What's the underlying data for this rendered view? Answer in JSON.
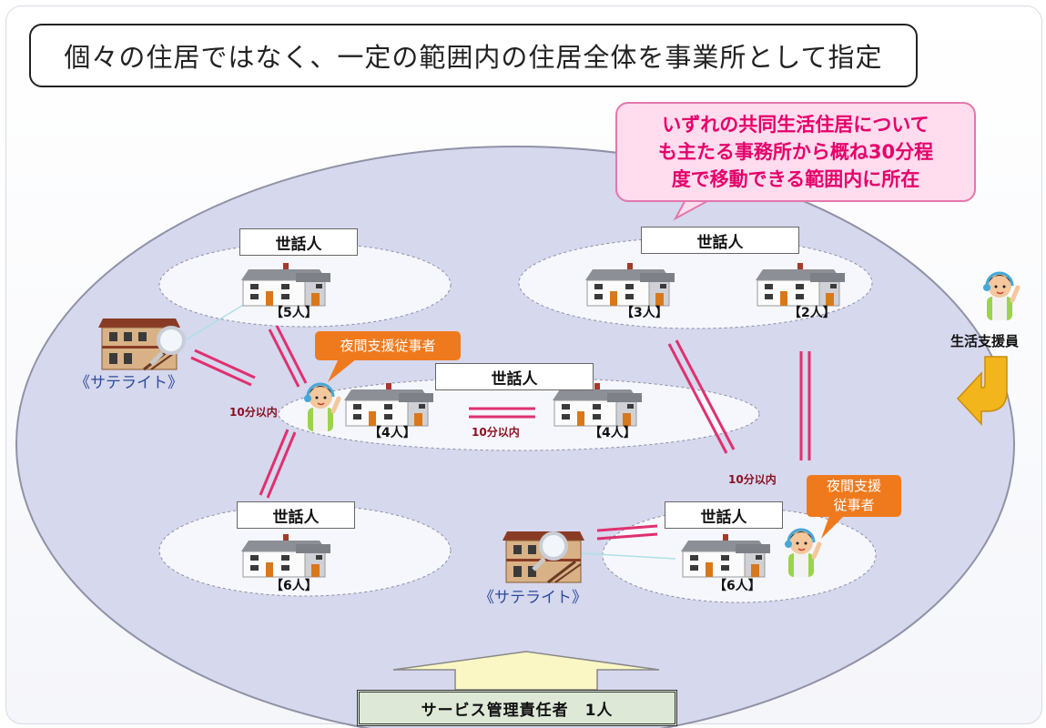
{
  "title": "個々の住居ではなく、一定の範囲内の住居全体を事業所として指定",
  "callout": "いずれの共同生活住居について\nも主たる事務所から概ね30分程\n度で移動できる範囲内に所在",
  "caretaker_label": "世話人",
  "groups": [
    {
      "capacities": [
        "【5人】"
      ]
    },
    {
      "capacities": [
        "【3人】",
        "【2人】"
      ]
    },
    {
      "capacities": [
        "【4人】",
        "【4人】"
      ]
    },
    {
      "capacities": [
        "【6人】"
      ]
    },
    {
      "capacities": [
        "【6人】"
      ]
    }
  ],
  "satellite_label": "《サテライト》",
  "night_support_left": "夜間支援従事者",
  "night_support_right": "夜間支援\n従事者",
  "distance_labels": [
    "10分以内",
    "10分以内",
    "10分以内"
  ],
  "life_support_label": "生活支援員",
  "manager_label": "サービス管理責任者　1人",
  "colors": {
    "area_fill": "#d6d8ee",
    "area_stroke": "#8f92a6",
    "group_fill": "#f6f7fc",
    "link_color": "#e0306f",
    "callout_fill": "#ffdcee",
    "callout_text": "#e5006a",
    "bubble_orange": "#ef7a1e",
    "arrow_yellow": "#f3b51c",
    "manager_arrow_fill": "#fbf7c4"
  },
  "icons": [
    "house-icon",
    "satellite-building-icon",
    "magnifier-icon",
    "support-person-icon",
    "u-turn-arrow-icon",
    "up-arrow-icon"
  ]
}
